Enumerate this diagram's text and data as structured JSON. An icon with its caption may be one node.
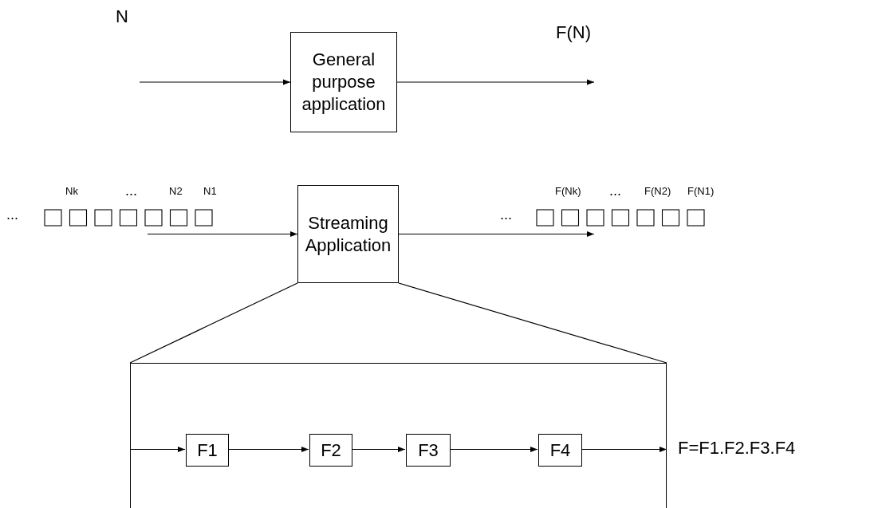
{
  "diagram": {
    "nodes": [
      {
        "text": [
          "General purpose application"
        ]
      },
      {
        "text": [
          "Streaming Application"
        ]
      },
      {
        "text": [],
        "shape": "box"
      },
      {
        "text": [
          "F1"
        ],
        "in": 2
      },
      {
        "text": [
          "F2"
        ],
        "in": 2
      },
      {
        "text": [
          "F3"
        ],
        "in": 2
      },
      {
        "text": [
          "F4"
        ],
        "in": 2
      }
    ],
    "edges": [
      {
        "from": null,
        "to": 0,
        "arrow": "to"
      },
      {
        "from": 0,
        "to": null,
        "arrow": "to"
      },
      {
        "from": null,
        "to": 1,
        "arrow": "to"
      },
      {
        "from": 1,
        "to": null,
        "arrow": "to"
      },
      {
        "from": 2,
        "to": 3,
        "arrow": "to"
      },
      {
        "from": 3,
        "to": 4,
        "arrow": "to"
      },
      {
        "from": 4,
        "to": 5,
        "arrow": "to"
      },
      {
        "from": 5,
        "to": 6,
        "arrow": "to"
      },
      {
        "from": 6,
        "to": 2,
        "arrow": "to"
      },
      {
        "from": 1,
        "to": 2,
        "arrow": "none"
      },
      {
        "from": 1,
        "to": 2,
        "arrow": "none"
      }
    ],
    "labels": [
      "N",
      "F(N)",
      "Nk",
      "...",
      "N2",
      "N1",
      "F(Nk)",
      "...",
      "F(N2)",
      "F(N1)",
      "...",
      "...",
      "F=F1.F2.F3.F4"
    ]
  }
}
